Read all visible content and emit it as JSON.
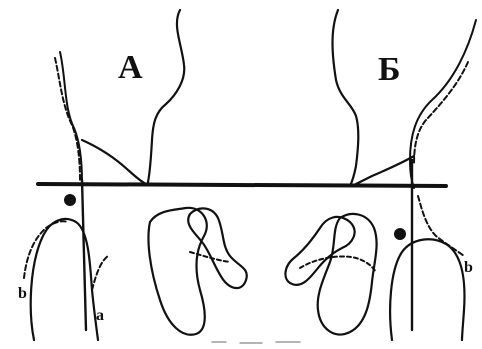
{
  "panels": [
    {
      "id": "A",
      "label": "А"
    },
    {
      "id": "B",
      "label": "Б"
    }
  ],
  "curve_labels": {
    "b_left": "b",
    "a_left": "a",
    "b_right": "b"
  },
  "stroke_color": "#111111",
  "background_color": "#ffffff"
}
